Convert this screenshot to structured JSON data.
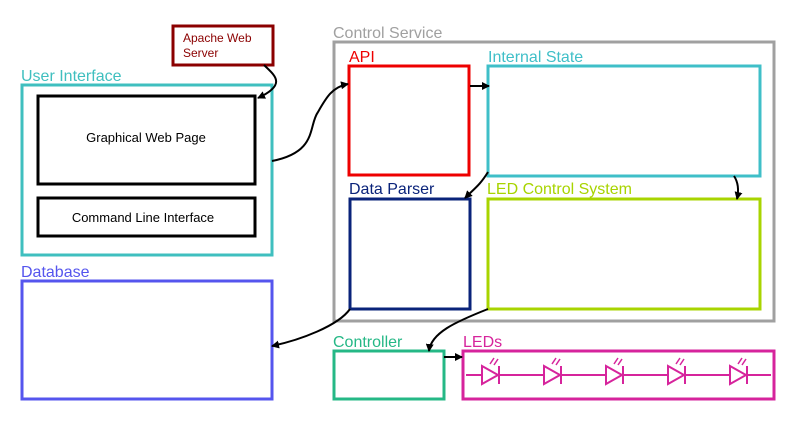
{
  "diagram": {
    "apache": {
      "line1": "Apache Web",
      "line2": "Server"
    },
    "user_interface": {
      "label": "User Interface",
      "graphical": "Graphical Web Page",
      "cli": "Command Line Interface"
    },
    "database": {
      "label": "Database"
    },
    "control_service": {
      "label": "Control Service",
      "api": "API",
      "internal_state": "Internal State",
      "data_parser": "Data Parser",
      "led_control": "LED Control System"
    },
    "controller": {
      "label": "Controller"
    },
    "leds": {
      "label": "LEDs",
      "count": 5
    },
    "colors": {
      "apache": "#8b0000",
      "user_interface": "#3fbfbf",
      "database": "#5555ee",
      "control_service": "#a0a0a0",
      "api": "#ee0000",
      "internal_state": "#3fbfc8",
      "data_parser": "#0a237a",
      "led_control": "#a8d400",
      "controller": "#25b886",
      "leds": "#d6249c"
    }
  }
}
